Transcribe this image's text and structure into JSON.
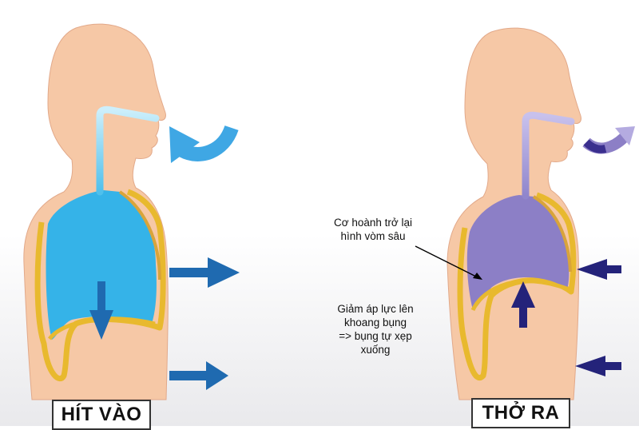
{
  "inhale": {
    "label": "HÍT VÀO",
    "colors": {
      "skin": "#F6C8A6",
      "lung": "#35B3E8",
      "airway": "#9FD8F0",
      "arrow": "#1F6AB0",
      "rib": "#E8B92E"
    }
  },
  "exhale": {
    "label": "THỞ RA",
    "colors": {
      "skin": "#F6C8A6",
      "lung": "#8C7FC6",
      "airway": "#B4ABE0",
      "arrow": "#24237A",
      "rib": "#E8B92E"
    }
  },
  "annotations": {
    "diaphragm": [
      "Cơ hoành trở lại",
      "hình vòm sâu"
    ],
    "pressure": [
      "Giảm áp lực lên",
      "khoang bụng",
      "=> bụng tự xẹp",
      "xuống"
    ]
  }
}
